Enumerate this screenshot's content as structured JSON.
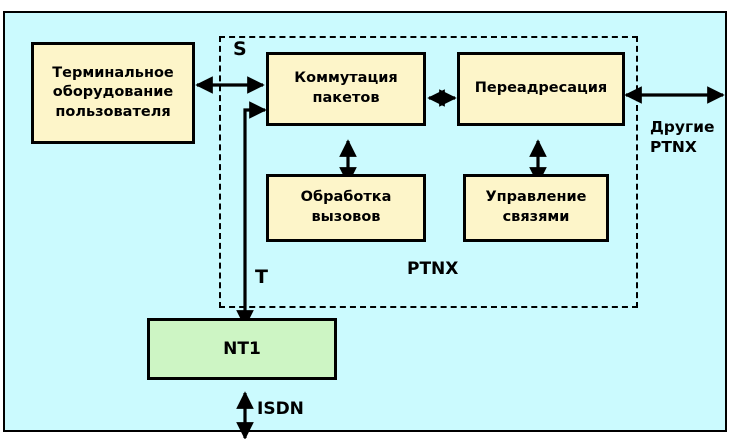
{
  "diagram": {
    "title_region_label": "PTNX",
    "boundary_labels": {
      "s_interface": "S",
      "t_interface": "T",
      "isdn": "ISDN",
      "other_ptnx": "Другие\nPTNX"
    },
    "boxes": [
      {
        "id": "terminal-equipment",
        "label": "Терминальное\nоборудование\nпользователя",
        "fill": "#fdf5c9"
      },
      {
        "id": "packet-switching",
        "label": "Коммутация\nпакетов",
        "fill": "#fdf5c9"
      },
      {
        "id": "call-forwarding",
        "label": "Переадресация",
        "fill": "#fdf5c9"
      },
      {
        "id": "call-processing",
        "label": "Обработка\nвызовов",
        "fill": "#fdf5c9"
      },
      {
        "id": "link-management",
        "label": "Управление\nсвязями",
        "fill": "#fdf5c9"
      },
      {
        "id": "nt1",
        "label": "NT1",
        "fill": "#cdf5c4"
      }
    ],
    "colors": {
      "background": "#cbfafe",
      "box_fill": "#fdf5c9",
      "nt1_fill": "#cdf5c4",
      "stroke": "#000000",
      "page": "#ffffff"
    }
  }
}
